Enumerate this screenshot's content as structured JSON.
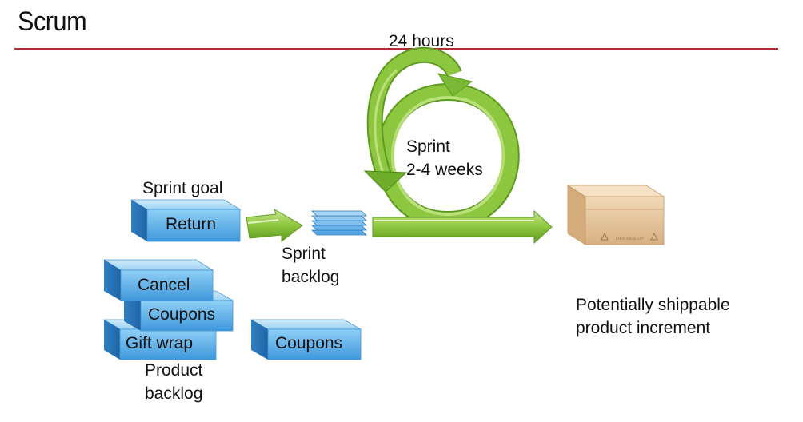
{
  "slide": {
    "title": "Scrum"
  },
  "diagram": {
    "cycle_daily": "24 hours",
    "cycle_sprint_line1": "Sprint",
    "cycle_sprint_line2": "2-4 weeks",
    "sprint_goal_label": "Sprint goal",
    "sprint_goal_box": "Return",
    "sprint_backlog_line1": "Sprint",
    "sprint_backlog_line2": "backlog",
    "product_backlog_items": [
      "Cancel",
      "Coupons",
      "Gift wrap"
    ],
    "product_backlog_line1": "Product",
    "product_backlog_line2": "backlog",
    "extra_item": "Coupons",
    "increment_line1": "Potentially shippable",
    "increment_line2": "product increment",
    "box_stamp": "THIS SIDE UP"
  },
  "colors": {
    "rule": "#b22b33",
    "arrow_green": "#8dc63f",
    "box_blue": "#5aaee6",
    "carton": "#e8c9a0"
  }
}
